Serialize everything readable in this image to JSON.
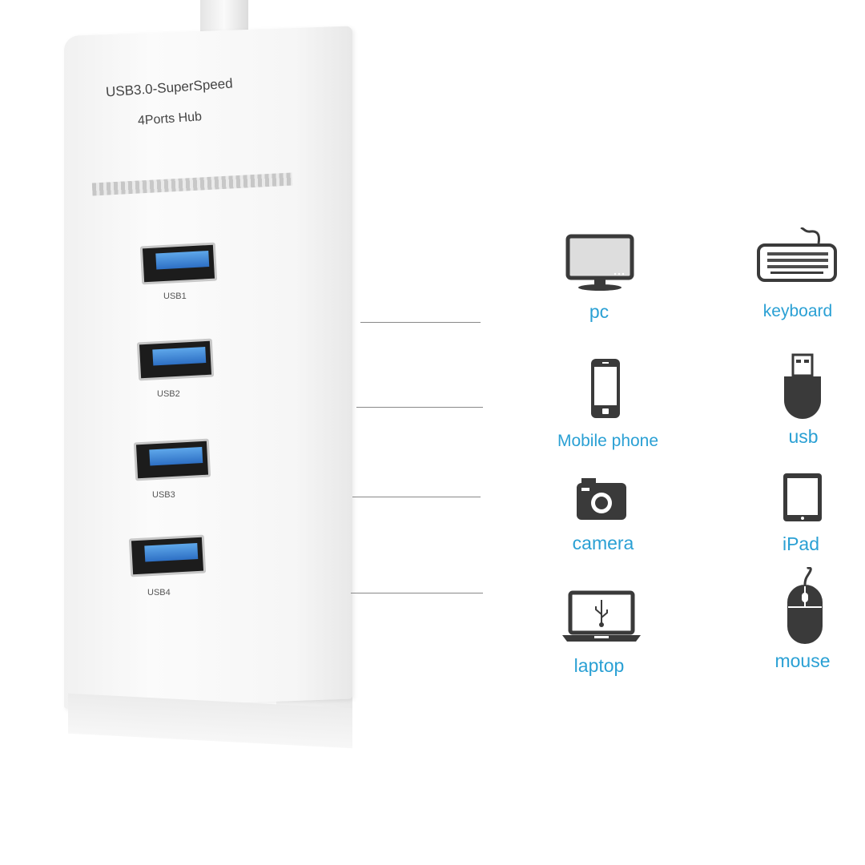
{
  "hub": {
    "title_line1": "USB3.0-SuperSpeed",
    "title_line2": "4Ports Hub",
    "ports": [
      "USB1",
      "USB2",
      "USB3",
      "USB4"
    ]
  },
  "devices": [
    {
      "label": "pc",
      "icon": "monitor-icon"
    },
    {
      "label": "keyboard",
      "icon": "keyboard-icon"
    },
    {
      "label": "Mobile phone",
      "icon": "phone-icon"
    },
    {
      "label": "usb",
      "icon": "usb-drive-icon"
    },
    {
      "label": "camera",
      "icon": "camera-icon"
    },
    {
      "label": "iPad",
      "icon": "tablet-icon"
    },
    {
      "label": "laptop",
      "icon": "laptop-icon"
    },
    {
      "label": "mouse",
      "icon": "mouse-icon"
    }
  ],
  "colors": {
    "label": "#2aa0d4",
    "icon": "#3a3a3a"
  }
}
